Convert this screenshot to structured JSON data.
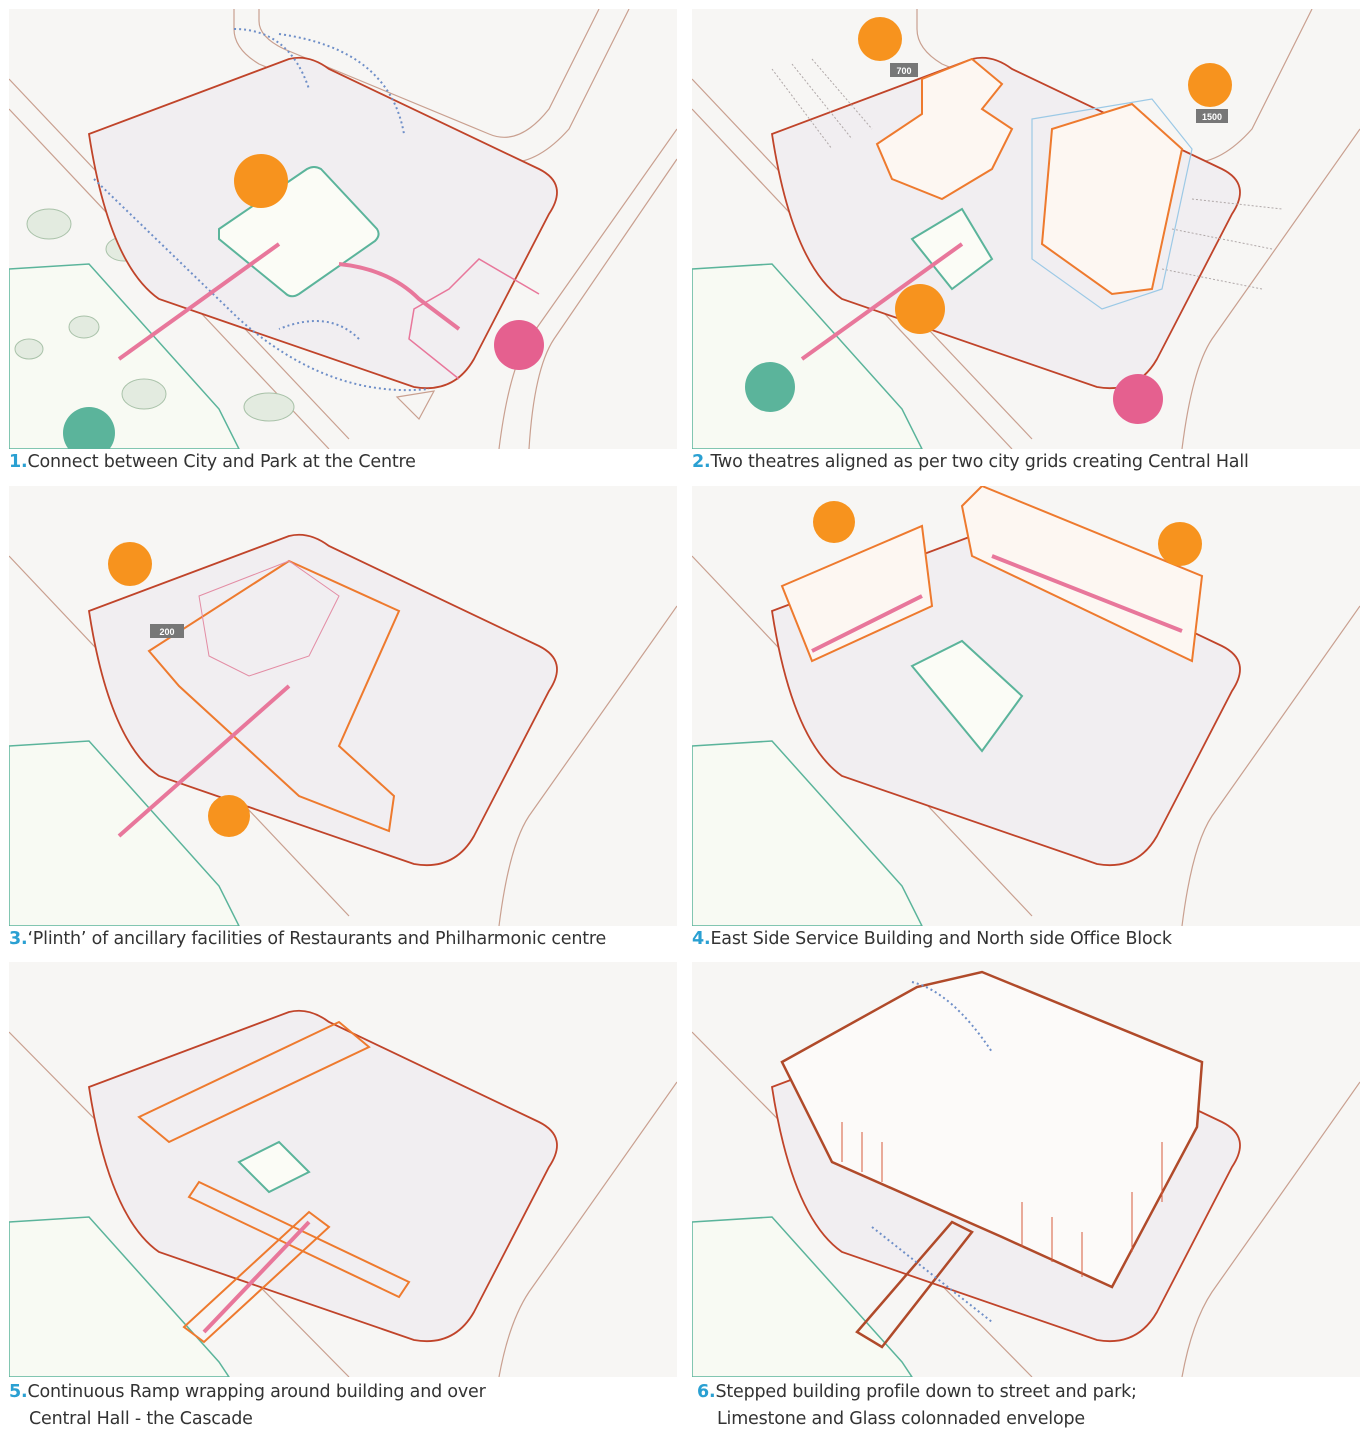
{
  "panels": [
    {
      "num": "1.",
      "text": "Connect between City and Park at the Centre",
      "text2": "",
      "badges": []
    },
    {
      "num": "2.",
      "text": "Two theatres aligned as per two city grids creating Central Hall",
      "text2": "",
      "badges": [
        "700",
        "1500"
      ]
    },
    {
      "num": "3.",
      "text": "‘Plinth’ of ancillary facilities of Restaurants and Philharmonic centre",
      "text2": "",
      "badges": [
        "200"
      ]
    },
    {
      "num": "4.",
      "text": "East Side Service Building and North side Office Block",
      "text2": "",
      "badges": []
    },
    {
      "num": "5.",
      "text": "Continuous Ramp wrapping around building and over",
      "text2": "Central Hall - the Cascade",
      "badges": []
    },
    {
      "num": "6.",
      "text": "Stepped building profile down to street and park;",
      "text2": "Limestone and Glass colonnaded envelope",
      "badges": []
    }
  ],
  "colors": {
    "site_outline": "#c0442a",
    "site_fill": "#f1eef1",
    "building": "#ee7a2e",
    "glass": "#9cc9e6",
    "green": "#5bb49b",
    "flow_pink": "#e8779b",
    "flow_blue": "#6f8fc8",
    "icon_orange": "#f7931e",
    "icon_pink": "#e5608f",
    "icon_teal": "#5bb49b",
    "caption_number": "#2aa0d2"
  },
  "icons": [
    "people-icon",
    "park-tree-icon",
    "city-buildings-icon",
    "theatre-masks-icon",
    "violin-icon",
    "audience-icon",
    "restaurant-plate-icon",
    "lectern-icon",
    "office-phone-icon"
  ]
}
